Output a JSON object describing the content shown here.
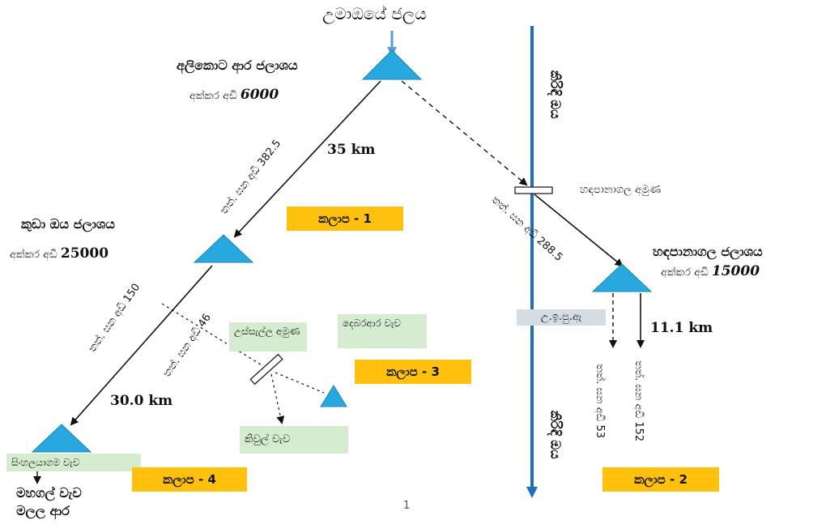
{
  "top_source": "උමාඔයේ ජලය",
  "reservoirs": {
    "alikota": {
      "name": "අලිකොට ආර ජලාශය",
      "capacity_prefix": "අක්කර අඩි",
      "capacity": "6000"
    },
    "kuda_oya": {
      "name": "කුඩා ඔය ජලාශය",
      "capacity_prefix": "අක්කර අඩි",
      "capacity": "25000"
    },
    "handapanagala": {
      "name": "හඳපානාගල ජලාශය",
      "capacity_prefix": "අක්කර අඩි",
      "capacity": "15000"
    }
  },
  "flows": {
    "alikota_to_kuda": "තත්. ඝන අඩි 382.5",
    "alikota_to_hand": "තත්. ඝන අඩි 288.5",
    "kuda_to_sinhala": "තත්. ඝන අඩි 150",
    "kuda_to_ussella": "තත්. ඝන අඩි 46",
    "hand_left": "තත්. ඝන අඩි 53",
    "hand_right": "තත්. ඝන අඩි 152"
  },
  "distances": {
    "d1": "35 km",
    "d2": "30.0 km",
    "d3": "11.1 km"
  },
  "river": {
    "upper": "කිරිඳි ඔය",
    "lower": "කිරිඳි ඔය"
  },
  "anicut_label": "හඳපානාගල අමුණ",
  "grey_label": "උ.ඉ.පු.ඇ",
  "green_boxes": {
    "ussella": "උස්සැල්ල අමුණ",
    "debaraara": "දෙබරආර වැව",
    "kiwul": "කිවුල් වැව",
    "sinhalayagama": "සිංහලයාගම වැව"
  },
  "zones": {
    "z1": "කලාප - 1",
    "z2": "කලාප - 2",
    "z3": "කලාප - 3",
    "z4": "කලාප - 4"
  },
  "bottom_left": {
    "line1": "මහගල් වැව",
    "line2": "මලල ආර"
  },
  "page_number": "1",
  "colors": {
    "triangle": "#29a8e0",
    "river": "#1f6fc0",
    "zone": "#ffc10e",
    "green": "#d5ecd0",
    "grey": "#d6dce4"
  }
}
